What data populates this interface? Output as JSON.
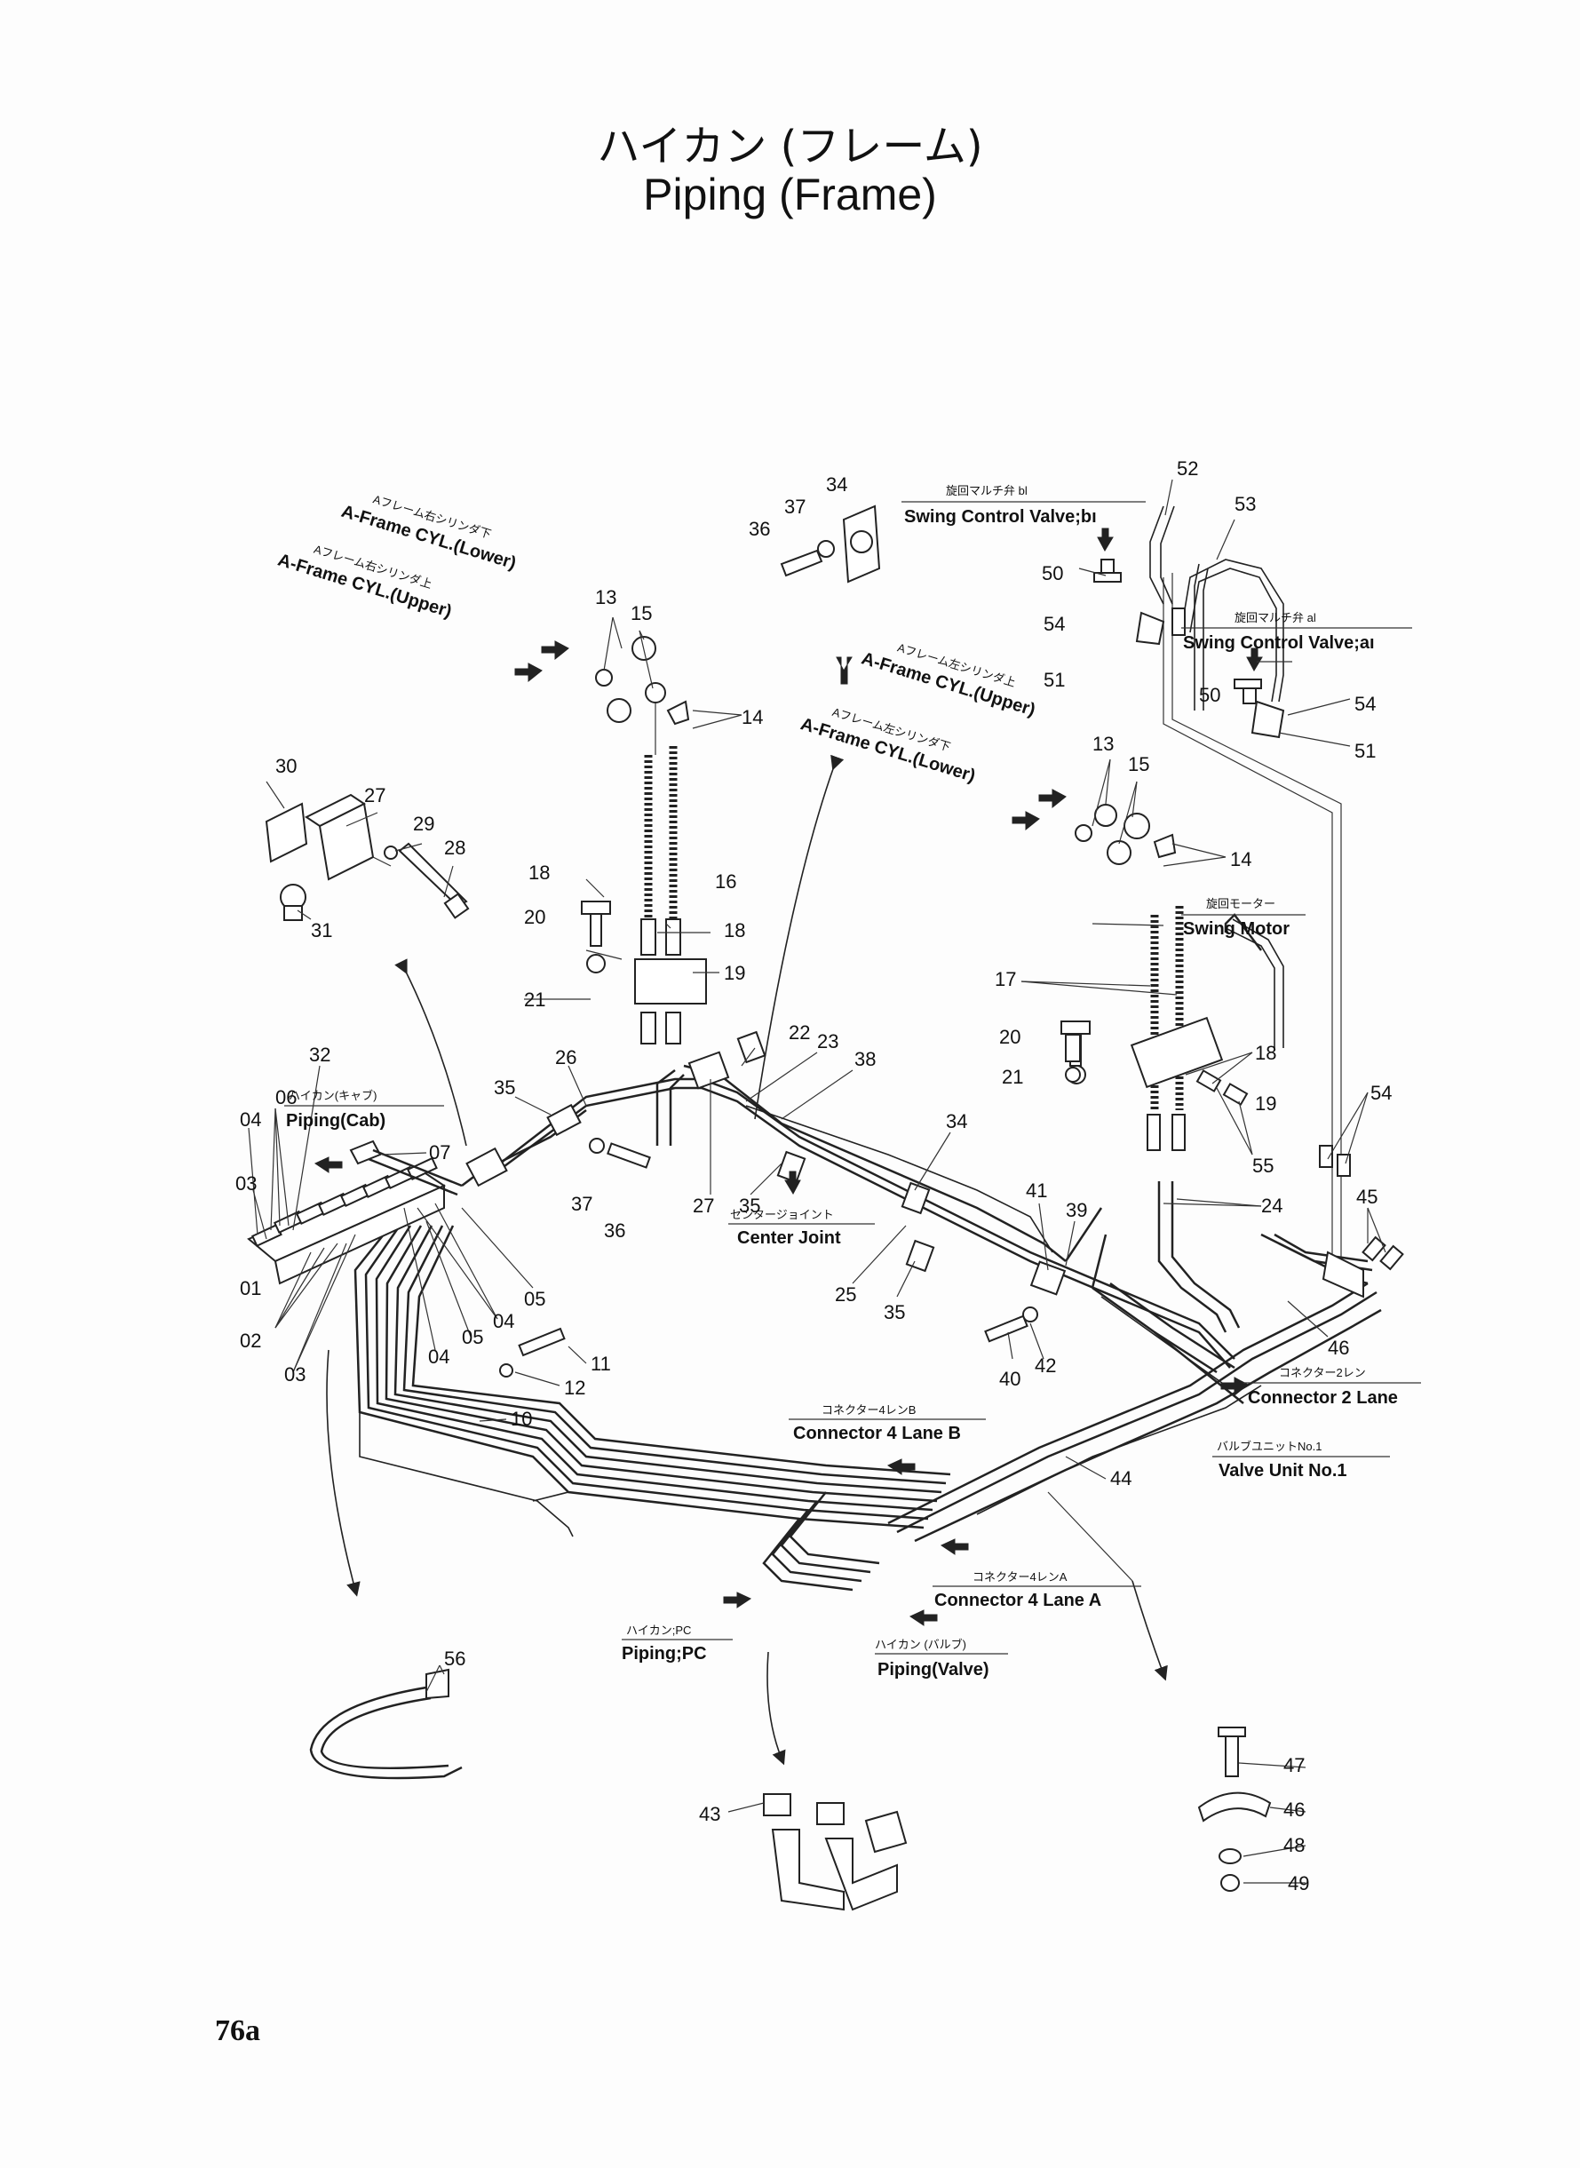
{
  "title": {
    "jp": "ハイカン (フレーム)",
    "en": "Piping (Frame)"
  },
  "page_number": "76a",
  "labels": {
    "aframe_right_lower_jp": "Aフレーム右シリンダ下",
    "aframe_right_lower_en": "A-Frame CYL.(Lower)",
    "aframe_right_upper_jp": "Aフレーム右シリンダ上",
    "aframe_right_upper_en": "A-Frame CYL.(Upper)",
    "aframe_left_upper_jp": "Aフレーム左シリンダ上",
    "aframe_left_upper_en": "A-Frame CYL.(Upper)",
    "aframe_left_lower_jp": "Aフレーム左シリンダ下",
    "aframe_left_lower_en": "A-Frame CYL.(Lower)",
    "swing_bi_jp": "旋回マルチ弁 bl",
    "swing_bi_en": "Swing Control Valve;bı",
    "swing_ai_jp": "旋回マルチ弁 al",
    "swing_ai_en": "Swing Control Valve;aı",
    "swing_motor_jp": "旋回モーター",
    "swing_motor_en": "Swing Motor",
    "piping_cab_jp": "ハイカン(キャブ)",
    "piping_cab_en": "Piping(Cab)",
    "center_joint_jp": "センタージョイント",
    "center_joint_en": "Center Joint",
    "connector_2_jp": "コネクター2レン",
    "connector_2_en": "Connector 2 Lane",
    "valve_unit_jp": "バルブユニットNo.1",
    "valve_unit_en": "Valve Unit No.1",
    "connector_4b_jp": "コネクター4レンB",
    "connector_4b_en": "Connector 4 Lane B",
    "connector_4a_jp": "コネクター4レンA",
    "connector_4a_en": "Connector 4 Lane A",
    "piping_pc_jp": "ハイカン;PC",
    "piping_pc_en": "Piping;PC",
    "piping_valve_jp": "ハイカン (バルブ)",
    "piping_valve_en": "Piping(Valve)"
  },
  "parts": [
    {
      "id": "p52",
      "num": "52"
    },
    {
      "id": "p53",
      "num": "53"
    },
    {
      "id": "p50a",
      "num": "50"
    },
    {
      "id": "p54a",
      "num": "54"
    },
    {
      "id": "p51a",
      "num": "51"
    },
    {
      "id": "p50b",
      "num": "50"
    },
    {
      "id": "p54b",
      "num": "54"
    },
    {
      "id": "p51b",
      "num": "51"
    },
    {
      "id": "p34a",
      "num": "34"
    },
    {
      "id": "p37a",
      "num": "37"
    },
    {
      "id": "p36a",
      "num": "36"
    },
    {
      "id": "p13a",
      "num": "13"
    },
    {
      "id": "p15a",
      "num": "15"
    },
    {
      "id": "p14a",
      "num": "14"
    },
    {
      "id": "p13b",
      "num": "13"
    },
    {
      "id": "p15b",
      "num": "15"
    },
    {
      "id": "p14b",
      "num": "14"
    },
    {
      "id": "p30",
      "num": "30"
    },
    {
      "id": "p27a",
      "num": "27"
    },
    {
      "id": "p29",
      "num": "29"
    },
    {
      "id": "p28",
      "num": "28"
    },
    {
      "id": "p31",
      "num": "31"
    },
    {
      "id": "p18a",
      "num": "18"
    },
    {
      "id": "p16",
      "num": "16"
    },
    {
      "id": "p20a",
      "num": "20"
    },
    {
      "id": "p18b",
      "num": "18"
    },
    {
      "id": "p21a",
      "num": "21"
    },
    {
      "id": "p19a",
      "num": "19"
    },
    {
      "id": "p17",
      "num": "17"
    },
    {
      "id": "p20b",
      "num": "20"
    },
    {
      "id": "p18c",
      "num": "18"
    },
    {
      "id": "p21b",
      "num": "21"
    },
    {
      "id": "p19b",
      "num": "19"
    },
    {
      "id": "p54c",
      "num": "54"
    },
    {
      "id": "p55",
      "num": "55"
    },
    {
      "id": "p24",
      "num": "24"
    },
    {
      "id": "p45",
      "num": "45"
    },
    {
      "id": "p46a",
      "num": "46"
    },
    {
      "id": "p22",
      "num": "22"
    },
    {
      "id": "p23",
      "num": "23"
    },
    {
      "id": "p38",
      "num": "38"
    },
    {
      "id": "p26",
      "num": "26"
    },
    {
      "id": "p35a",
      "num": "35"
    },
    {
      "id": "p32",
      "num": "32"
    },
    {
      "id": "p06",
      "num": "06"
    },
    {
      "id": "p04a",
      "num": "04"
    },
    {
      "id": "p07",
      "num": "07"
    },
    {
      "id": "p03a",
      "num": "03"
    },
    {
      "id": "p37b",
      "num": "37"
    },
    {
      "id": "p36b",
      "num": "36"
    },
    {
      "id": "p27b",
      "num": "27"
    },
    {
      "id": "p35b",
      "num": "35"
    },
    {
      "id": "p34b",
      "num": "34"
    },
    {
      "id": "p41",
      "num": "41"
    },
    {
      "id": "p39",
      "num": "39"
    },
    {
      "id": "p25",
      "num": "25"
    },
    {
      "id": "p35c",
      "num": "35"
    },
    {
      "id": "p01",
      "num": "01"
    },
    {
      "id": "p02",
      "num": "02"
    },
    {
      "id": "p04b",
      "num": "04"
    },
    {
      "id": "p05a",
      "num": "05"
    },
    {
      "id": "p03b",
      "num": "03"
    },
    {
      "id": "p05b",
      "num": "05"
    },
    {
      "id": "p04c",
      "num": "04"
    },
    {
      "id": "p11",
      "num": "11"
    },
    {
      "id": "p12",
      "num": "12"
    },
    {
      "id": "p10",
      "num": "10"
    },
    {
      "id": "p40",
      "num": "40"
    },
    {
      "id": "p42",
      "num": "42"
    },
    {
      "id": "p44",
      "num": "44"
    },
    {
      "id": "p56",
      "num": "56"
    },
    {
      "id": "p43",
      "num": "43"
    },
    {
      "id": "p47",
      "num": "47"
    },
    {
      "id": "p46b",
      "num": "46"
    },
    {
      "id": "p48",
      "num": "48"
    },
    {
      "id": "p49",
      "num": "49"
    }
  ]
}
